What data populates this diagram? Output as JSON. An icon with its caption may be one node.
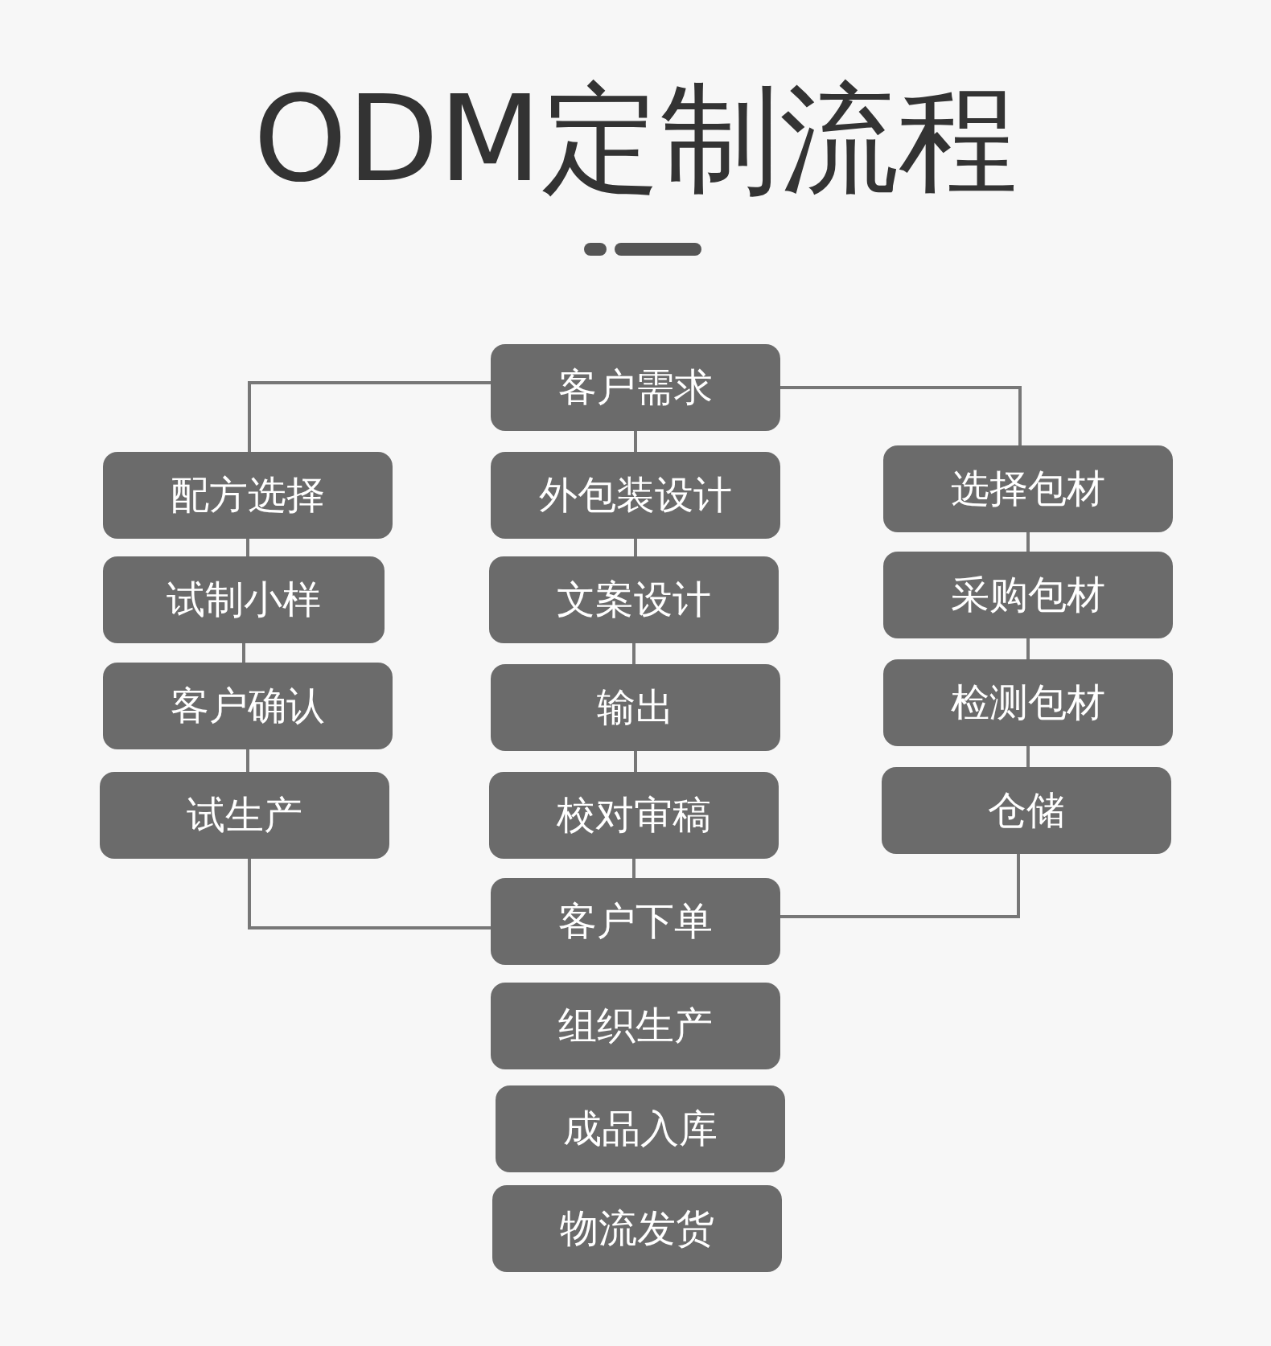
{
  "diagram": {
    "title": "ODM定制流程",
    "nodes": [
      {
        "text": [
          "客户需求"
        ]
      },
      {
        "text": [
          "配方选择"
        ]
      },
      {
        "text": [
          "外包装设计"
        ]
      },
      {
        "text": [
          "选择包材"
        ]
      },
      {
        "text": [
          "试制小样"
        ]
      },
      {
        "text": [
          "文案设计"
        ]
      },
      {
        "text": [
          "采购包材"
        ]
      },
      {
        "text": [
          "客户确认"
        ]
      },
      {
        "text": [
          "输出"
        ]
      },
      {
        "text": [
          "检测包材"
        ]
      },
      {
        "text": [
          "试生产"
        ]
      },
      {
        "text": [
          "校对审稿"
        ]
      },
      {
        "text": [
          "仓储"
        ]
      },
      {
        "text": [
          "客户下单"
        ]
      },
      {
        "text": [
          "组织生产"
        ]
      },
      {
        "text": [
          "成品入库"
        ]
      },
      {
        "text": [
          "物流发货"
        ]
      }
    ],
    "edges": [
      {
        "from": 0,
        "to": 1,
        "arrow": "none"
      },
      {
        "from": 0,
        "to": 2,
        "arrow": "none"
      },
      {
        "from": 0,
        "to": 3,
        "arrow": "none"
      },
      {
        "from": 1,
        "to": 4,
        "arrow": "none"
      },
      {
        "from": 4,
        "to": 7,
        "arrow": "none"
      },
      {
        "from": 7,
        "to": 10,
        "arrow": "none"
      },
      {
        "from": 10,
        "to": 13,
        "arrow": "none"
      },
      {
        "from": 2,
        "to": 5,
        "arrow": "none"
      },
      {
        "from": 5,
        "to": 8,
        "arrow": "none"
      },
      {
        "from": 8,
        "to": 11,
        "arrow": "none"
      },
      {
        "from": 11,
        "to": 13,
        "arrow": "none"
      },
      {
        "from": 3,
        "to": 6,
        "arrow": "none"
      },
      {
        "from": 6,
        "to": 9,
        "arrow": "none"
      },
      {
        "from": 9,
        "to": 12,
        "arrow": "none"
      },
      {
        "from": 12,
        "to": 13,
        "arrow": "none"
      }
    ]
  }
}
